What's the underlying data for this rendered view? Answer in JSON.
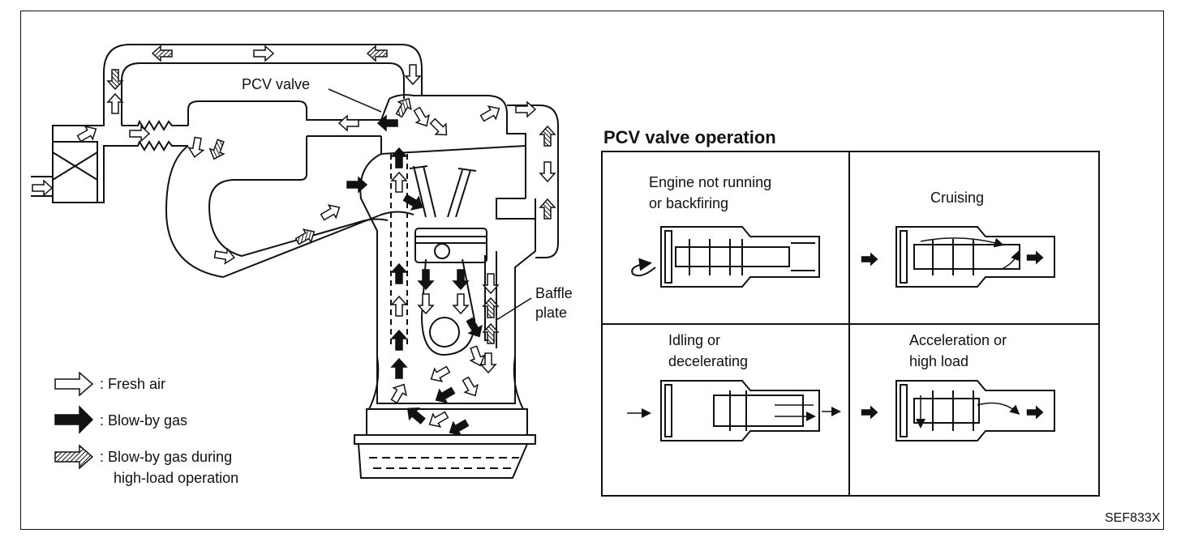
{
  "engine_labels": {
    "pcv_valve": "PCV valve",
    "baffle_line1": "Baffle",
    "baffle_line2": "plate"
  },
  "legend": {
    "fresh_air": ": Fresh air",
    "blowby": ": Blow-by gas",
    "highload_line1": ": Blow-by gas during",
    "highload_line2": "high-load operation"
  },
  "pcv_operation": {
    "title": "PCV valve operation",
    "panels": [
      {
        "line1": "Engine not running",
        "line2": "or backfiring"
      },
      {
        "line1": "Cruising",
        "line2": ""
      },
      {
        "line1": "Idling or",
        "line2": "decelerating"
      },
      {
        "line1": "Acceleration or",
        "line2": "high load"
      }
    ]
  },
  "figure_code": "SEF833X",
  "colors": {
    "ink": "#111111",
    "paper": "#ffffff"
  }
}
